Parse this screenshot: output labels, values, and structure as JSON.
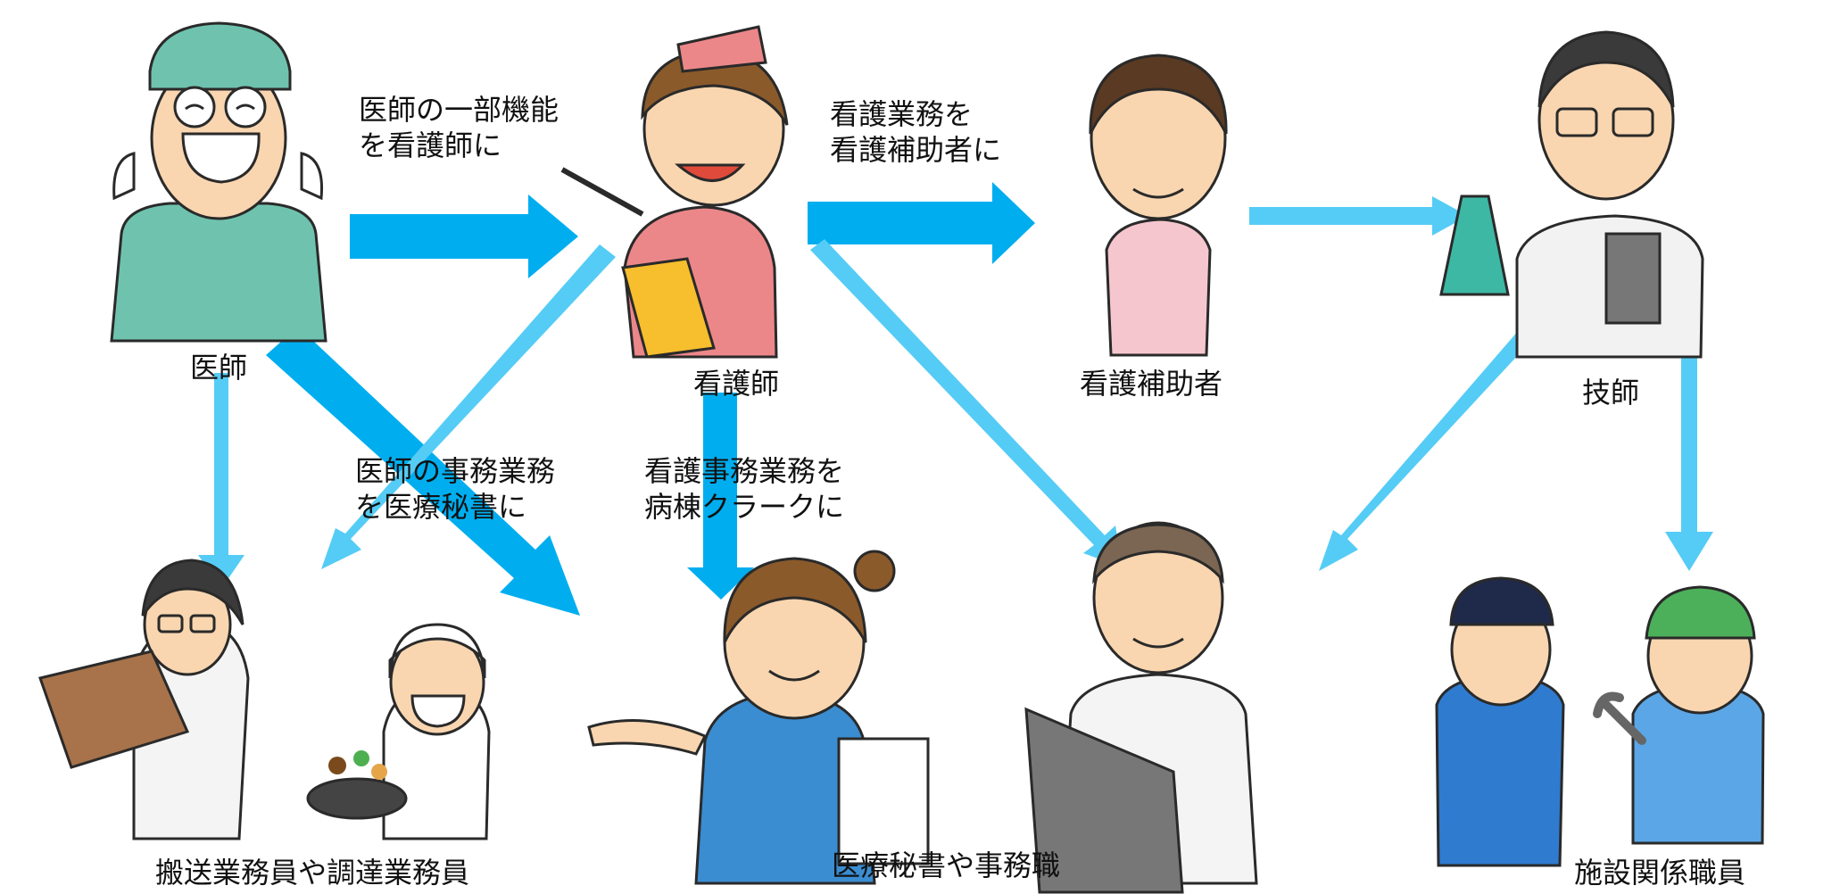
{
  "roles": {
    "doctor": "医師",
    "nurse": "看護師",
    "nurse_aide": "看護補助者",
    "technician": "技師",
    "transport_procurement": "搬送業務員や調達業務員",
    "secretary_clerical": "医療秘書や事務職",
    "facility_staff": "施設関係職員"
  },
  "flows": {
    "doctor_to_nurse": "医師の一部機能\nを看護師に",
    "nurse_to_aide": "看護業務を\n看護補助者に",
    "doctor_clerical": "医師の事務業務\nを医療秘書に",
    "nurse_clerical": "看護事務業務を\n病棟クラークに"
  },
  "colors": {
    "arrow_dark": "#00AEEF",
    "arrow_light": "#55CCF5"
  }
}
